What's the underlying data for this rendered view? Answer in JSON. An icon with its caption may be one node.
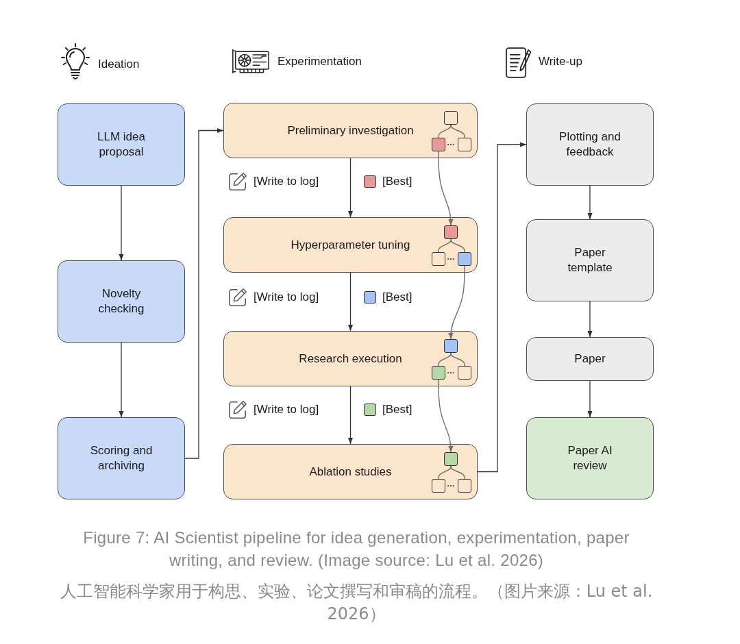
{
  "diagram": {
    "caption": "Figure 7: AI Scientist pipeline for idea generation, experimentation, paper writing, and review. (Image source: Lu et al. 2026)",
    "nodes": [
      {
        "text": [
          "LLM idea proposal"
        ]
      },
      {
        "text": [
          "Novelty checking"
        ]
      },
      {
        "text": [
          "Scoring and archiving"
        ]
      },
      {
        "text": [
          "Preliminary investigation"
        ]
      },
      {
        "text": [],
        "shape": "box",
        "in": 3
      },
      {
        "text": [],
        "shape": "box",
        "in": 3
      },
      {
        "text": [],
        "shape": "box",
        "in": 3
      },
      {
        "text": [
          "Hyperparameter tuning"
        ]
      },
      {
        "text": [],
        "shape": "box",
        "in": 7
      },
      {
        "text": [],
        "shape": "box",
        "in": 7
      },
      {
        "text": [],
        "shape": "box",
        "in": 7
      },
      {
        "text": [
          "Research execution"
        ]
      },
      {
        "text": [],
        "shape": "box",
        "in": 11
      },
      {
        "text": [],
        "shape": "box",
        "in": 11
      },
      {
        "text": [],
        "shape": "box",
        "in": 11
      },
      {
        "text": [
          "Ablation studies"
        ]
      },
      {
        "text": [],
        "shape": "box",
        "in": 15
      },
      {
        "text": [],
        "shape": "box",
        "in": 15
      },
      {
        "text": [],
        "shape": "box",
        "in": 15
      },
      {
        "text": [
          "Plotting and feedback"
        ]
      },
      {
        "text": [
          "Paper template"
        ]
      },
      {
        "text": [
          "Paper"
        ]
      },
      {
        "text": [
          "Paper AI review"
        ]
      }
    ],
    "edges": [
      {
        "from": 0,
        "to": 1,
        "arrow": "to"
      },
      {
        "from": 1,
        "to": 2,
        "arrow": "to"
      },
      {
        "from": 2,
        "to": 3,
        "arrow": "to"
      },
      {
        "from": 3,
        "to": 7,
        "arrow": "to"
      },
      {
        "from": 7,
        "to": 11,
        "arrow": "to"
      },
      {
        "from": 11,
        "to": 15,
        "arrow": "to"
      },
      {
        "from": 15,
        "to": 19,
        "arrow": "to"
      },
      {
        "from": 19,
        "to": 20,
        "arrow": "to"
      },
      {
        "from": 20,
        "to": 21,
        "arrow": "to"
      },
      {
        "from": 21,
        "to": 22,
        "arrow": "to"
      },
      {
        "from": 5,
        "to": 8,
        "arrow": "to",
        "color": "#707070"
      },
      {
        "from": 10,
        "to": 12,
        "arrow": "to",
        "color": "#707070"
      },
      {
        "from": 13,
        "to": 16,
        "arrow": "to",
        "color": "#707070"
      },
      {
        "from": 4,
        "to": 5,
        "arrow": "none",
        "color": "#707070"
      },
      {
        "from": 4,
        "to": 6,
        "arrow": "none",
        "color": "#707070"
      },
      {
        "from": 8,
        "to": 9,
        "arrow": "none",
        "color": "#707070"
      },
      {
        "from": 8,
        "to": 10,
        "arrow": "none",
        "color": "#707070"
      },
      {
        "from": 12,
        "to": 13,
        "arrow": "none",
        "color": "#707070"
      },
      {
        "from": 12,
        "to": 14,
        "arrow": "none",
        "color": "#707070"
      },
      {
        "from": 16,
        "to": 17,
        "arrow": "none",
        "color": "#707070"
      },
      {
        "from": 16,
        "to": 18,
        "arrow": "none",
        "color": "#707070"
      }
    ],
    "labels": [
      "Ideation",
      "Experimentation",
      "Write-up",
      "[Write to log]",
      "[Write to log]",
      "[Write to log]",
      "人工智能科学家用于构思、实验、论文撰写和审稿的流程。（图片来源：Lu et al. 2026）"
    ],
    "legend": [
      {
        "text": "[Best]",
        "color": "#ea9999"
      },
      {
        "text": "[Best]",
        "color": "#a4c2f4"
      },
      {
        "text": "[Best]",
        "color": "#b6d7a8"
      }
    ]
  }
}
